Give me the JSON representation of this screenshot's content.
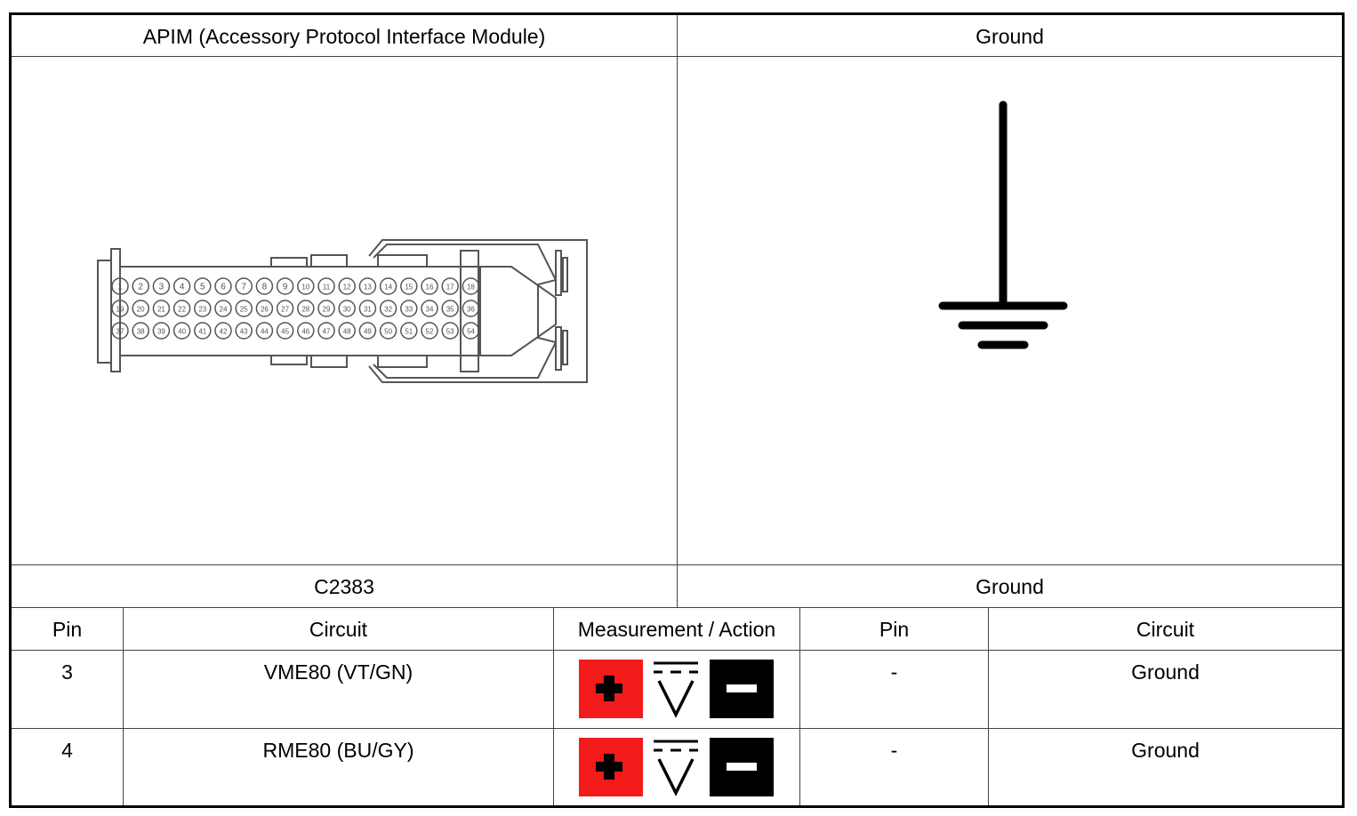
{
  "header": {
    "left_title": "APIM (Accessory Protocol Interface Module)",
    "right_title": "Ground"
  },
  "connector": {
    "pins_row1": [
      "1",
      "2",
      "3",
      "4",
      "5",
      "6",
      "7",
      "8",
      "9",
      "10",
      "11",
      "12",
      "13",
      "14",
      "15",
      "16",
      "17",
      "18"
    ],
    "pins_row2": [
      "19",
      "20",
      "21",
      "22",
      "23",
      "24",
      "25",
      "26",
      "27",
      "28",
      "29",
      "30",
      "31",
      "32",
      "33",
      "34",
      "35",
      "36"
    ],
    "pins_row3": [
      "37",
      "38",
      "39",
      "40",
      "41",
      "42",
      "43",
      "44",
      "45",
      "46",
      "47",
      "48",
      "49",
      "50",
      "51",
      "52",
      "53",
      "54"
    ]
  },
  "labels": {
    "left_connector": "C2383",
    "right_connector": "Ground"
  },
  "table": {
    "columns": [
      "Pin",
      "Circuit",
      "Measurement / Action",
      "Pin",
      "Circuit"
    ],
    "rows": [
      {
        "pin": "3",
        "circuit": "VME80 (VT/GN)",
        "pin2": "-",
        "circuit2": "Ground"
      },
      {
        "pin": "4",
        "circuit": "RME80 (BU/GY)",
        "pin2": "-",
        "circuit2": "Ground"
      }
    ]
  },
  "colors": {
    "plus_box": "#f21a1a",
    "minus_box": "#000000",
    "lines": "#444444"
  },
  "icons": [
    "positive-lead-icon",
    "dc-voltmeter-icon",
    "negative-lead-icon",
    "ground-symbol-icon"
  ]
}
